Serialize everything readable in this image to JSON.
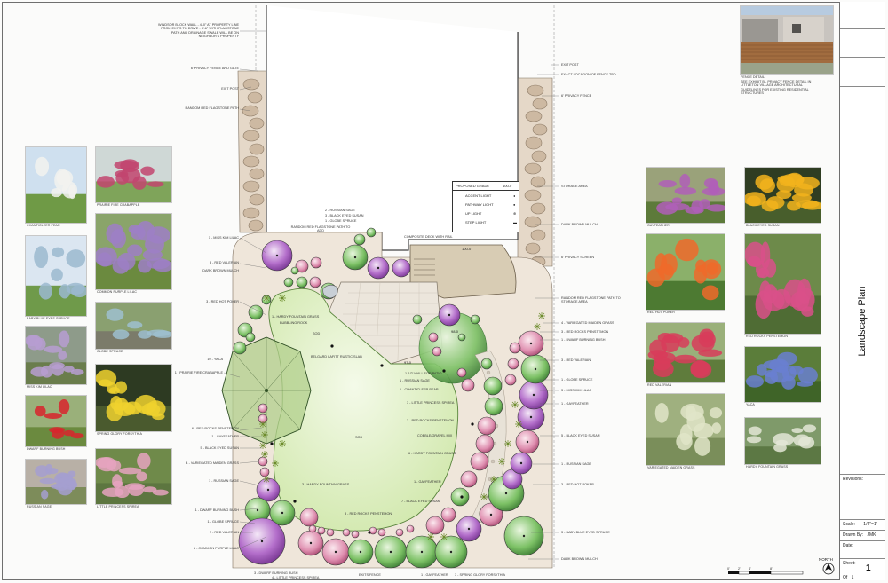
{
  "title_block": {
    "sheet_title": "Landscape Plan",
    "revisions_label": "Revisions:",
    "scale_label": "Scale:",
    "scale_value": "1/4\"=1'",
    "drawn_by_label": "Drawn By:",
    "drawn_by_value": "JMK",
    "date_label": "Date:",
    "sheet_label": "Sheet:",
    "sheet_number": "1",
    "of_label": "Of",
    "of_value": "1"
  },
  "legend": {
    "header": "PROPOSED GRADE",
    "grade_value": "100-0",
    "items": [
      {
        "label": "ACCENT LIGHT",
        "symbol": "◂"
      },
      {
        "label": "PATHWAY LIGHT",
        "symbol": "●"
      },
      {
        "label": "UP LIGHT",
        "symbol": "⊕"
      },
      {
        "label": "STEP LIGHT",
        "symbol": "▬"
      }
    ]
  },
  "fence_detail": {
    "caption_line1": "FENCE DETAIL:",
    "caption_line2": "SEE EXHIBIT B - PRIVACY FENCE DETAIL IN",
    "caption_line3": "LITTLETON VILLAGE ARCHITECTURAL",
    "caption_line4": "GUIDELINES FOR EXISTING RESIDENTIAL",
    "caption_line5": "STRUCTURES"
  },
  "left_photos": [
    {
      "caption": "CHANTICLEER PEAR",
      "palette": "pear"
    },
    {
      "caption": "PRAIRIE FIRE CRABAPPLE",
      "palette": "crab"
    },
    {
      "caption": "BABY BLUE EYES SPRUCE",
      "palette": "spruce"
    },
    {
      "caption": "COMMON PURPLE LILAC",
      "palette": "lilac"
    },
    {
      "caption": "GLOBE SPRUCE",
      "palette": "globe"
    },
    {
      "caption": "MISS KIM LILAC",
      "palette": "misskim"
    },
    {
      "caption": "SPRING GLORY FORSYTHIA",
      "palette": "forsythia"
    },
    {
      "caption": "DWARF BURNING BUSH",
      "palette": "burning"
    },
    {
      "caption": "RUSSIAN SAGE",
      "palette": "sage"
    },
    {
      "caption": "LITTLE PRINCESS SPIREA",
      "palette": "spirea"
    }
  ],
  "right_photos": [
    {
      "caption": "GAYFEATHER",
      "palette": "gayfeather"
    },
    {
      "caption": "BLACK EYED SUSAN",
      "palette": "susan"
    },
    {
      "caption": "RED HOT POKER",
      "palette": "poker"
    },
    {
      "caption": "RED ROCKS PENSTEMON",
      "palette": "penstemon"
    },
    {
      "caption": "RED VALERIAN",
      "palette": "valerian"
    },
    {
      "caption": "YACA",
      "palette": "yaca"
    },
    {
      "caption": "VARIEGATED MAIDEN GRASS",
      "palette": "maiden"
    },
    {
      "caption": "HARDY FOUNTAIN GRASS",
      "palette": "fountain"
    }
  ],
  "callouts_left": [
    "WINDSOR BLOCK WALL - 4'-0\" AT PROPERTY LINE FROM EXITS TO DRIVE - 3'-6\" WITH FLAGSTONE PATH AND DRAINAGE SWALE WILL BE ON NEIGHBOR'S PROPERTY",
    "6' PRIVACY FENCE AND GATE",
    "EXIT POST",
    "RANDOM RED FLAGSTONE PATH",
    "1 - MISS KIM LILAC",
    "3 - RED VALERIAN",
    "DARK BROWN MULCH",
    "3 - RED HOT POKER",
    "10 - YACA",
    "1 - PRAIRIE FIRE CRABAPPLE",
    "6 - RED ROCKS PENSTEMON",
    "1 - GAYFEATHER",
    "5 - BLACK EYED SUSAN",
    "4 - VARIEGATED MAIDEN GRASS",
    "1 - RUSSIAN SAGE",
    "1 - DWARF BURNING BUSH",
    "1 - GLOBE SPRUCE",
    "2 - RED VALERIAN",
    "1 - COMMON PURPLE LILAC"
  ],
  "callouts_right": [
    "EXIT POST",
    "EXACT LOCATION OF FENCE TBD",
    "6' PRIVACY FENCE",
    "STORAGE AREA",
    "DARK BROWN MULCH",
    "6' PRIVACY SCREEN",
    "RANDOM RED FLAGSTONE PATH TO STORAGE AREA",
    "4 - VARIEGATED MAIDEN GRASS",
    "3 - RED ROCKS PENSTEMON",
    "1 - DWARF BURNING BUSH",
    "3 - RED VALERIAN",
    "1 - GLOBE SPRUCE",
    "3 - MISS KIM LILAC",
    "1 - GAYFEATHER",
    "5 - BLACK EYED SUSAN",
    "1 - RUSSIAN SAGE",
    "3 - RED HOT POKER",
    "3 - BABY BLUE EYED SPRUCE",
    "DARK BROWN MULCH"
  ],
  "callouts_center": [
    "2 - RUSSIAN SAGE",
    "3 - BLACK EYED SUSAN",
    "1 - GLOBE SPRUCE",
    "RANDOM RED FLAGSTONE PATH TO ADD",
    "COMPOSITE DECK WITH RAIL",
    "1 - HARDY FOUNTAIN GRASS",
    "BUBBLING ROCK",
    "SOD",
    "BELGARD LAFITT RUSTIC SLAB",
    "1-1/2' WALL FOR PATIO",
    "1 - RUSSIAN SAGE",
    "1 - CHANTICLEER PEAR",
    "3 - LITTLE PRINCESS SPIREA",
    "3 - RED ROCKS PENSTEMON",
    "COBBLE/GRAVEL MIX",
    "6 - HARDY FOUNTAIN GRASS",
    "SOD",
    "3 - HARDY FOUNTAIN GRASS",
    "1 - GAYFEATHER",
    "7 - BLACK EYED SUSAN",
    "3 - RED ROCKS PENSTEMON",
    "3 - DWARF BURNING BUSH",
    "4 - LITTLE PRINCESS SPIREA",
    "EXITS FENCE",
    "1 - GAYFEATHER",
    "3 - SPRING GLORY FORSYTHIA"
  ],
  "plan_labels": {
    "grade_a": "100-0",
    "grade_b": "98-0",
    "grade_c": "97-0"
  },
  "north_label": "NORTH",
  "scale_ticks": [
    "0'",
    "2'",
    "4'",
    "8'"
  ],
  "colors": {
    "sod": "#d9ecb8",
    "patio": "#ece6dc",
    "deck": "#d9ceb8",
    "path": "#c9b49e",
    "mulch": "#e3d6c6",
    "accent_purple": "#a45bc0",
    "accent_green": "#5aa04a"
  }
}
